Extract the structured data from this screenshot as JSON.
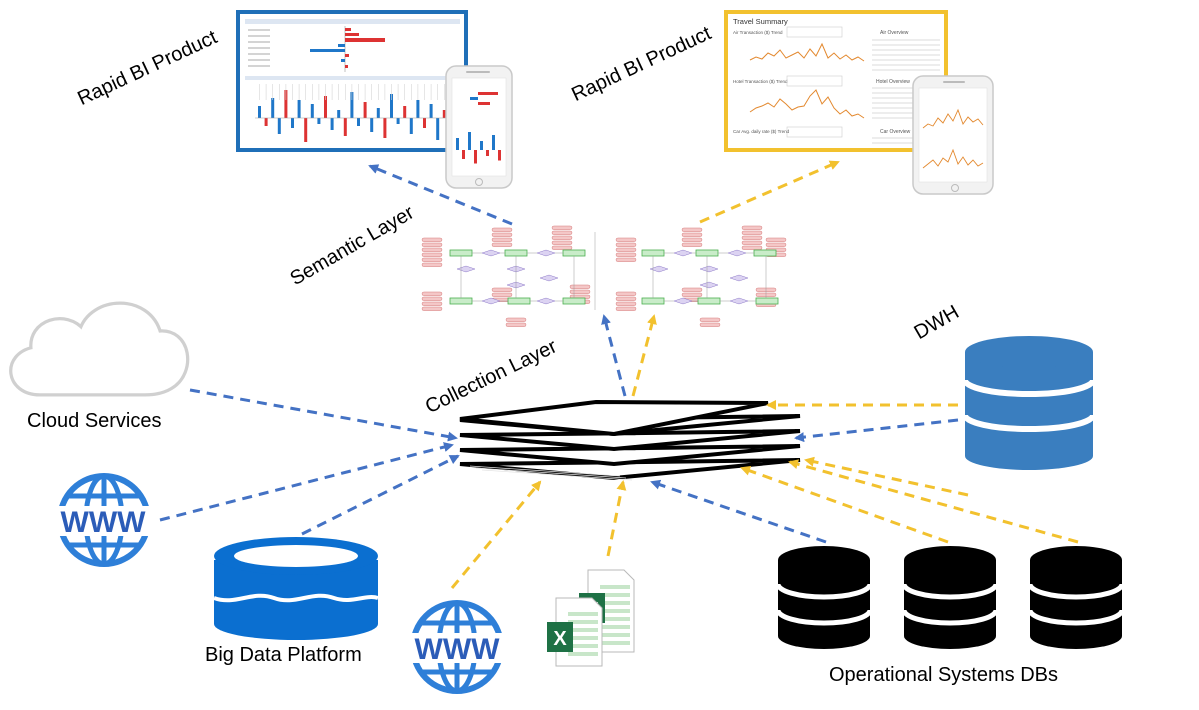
{
  "labels": {
    "rapid_bi_left": "Rapid BI Product",
    "rapid_bi_right": "Rapid BI Product",
    "semantic_layer": "Semantic Layer",
    "collection_layer": "Collection Layer",
    "dwh": "DWH",
    "cloud_services": "Cloud Services",
    "big_data_platform": "Big Data Platform",
    "operational_dbs": "Operational Systems DBs"
  },
  "web_icon_text": "WWW",
  "excel_icon_text": "X",
  "dashboard_left": {
    "title1": "Variance by Major GL Category",
    "title2": "Variance by Cost Center"
  },
  "dashboard_right": {
    "title": "Travel Summary",
    "sections": [
      "Air Transaction ($) Trend",
      "Hotel Transaction ($) Trend",
      "Car Avg. daily rate ($) Trend"
    ],
    "overviews": [
      "Air Overview",
      "Hotel Overview",
      "Car Overview"
    ]
  },
  "colors": {
    "blue_arrow": "#4472c4",
    "yellow_arrow": "#f2c12e",
    "dwh_blue": "#3a7ebf",
    "web_blue": "#2e7fd8",
    "bigdata_blue": "#0b6fd0",
    "dashboard_left_border": "#1f6fb8",
    "dashboard_right_border": "#f2c12e"
  }
}
